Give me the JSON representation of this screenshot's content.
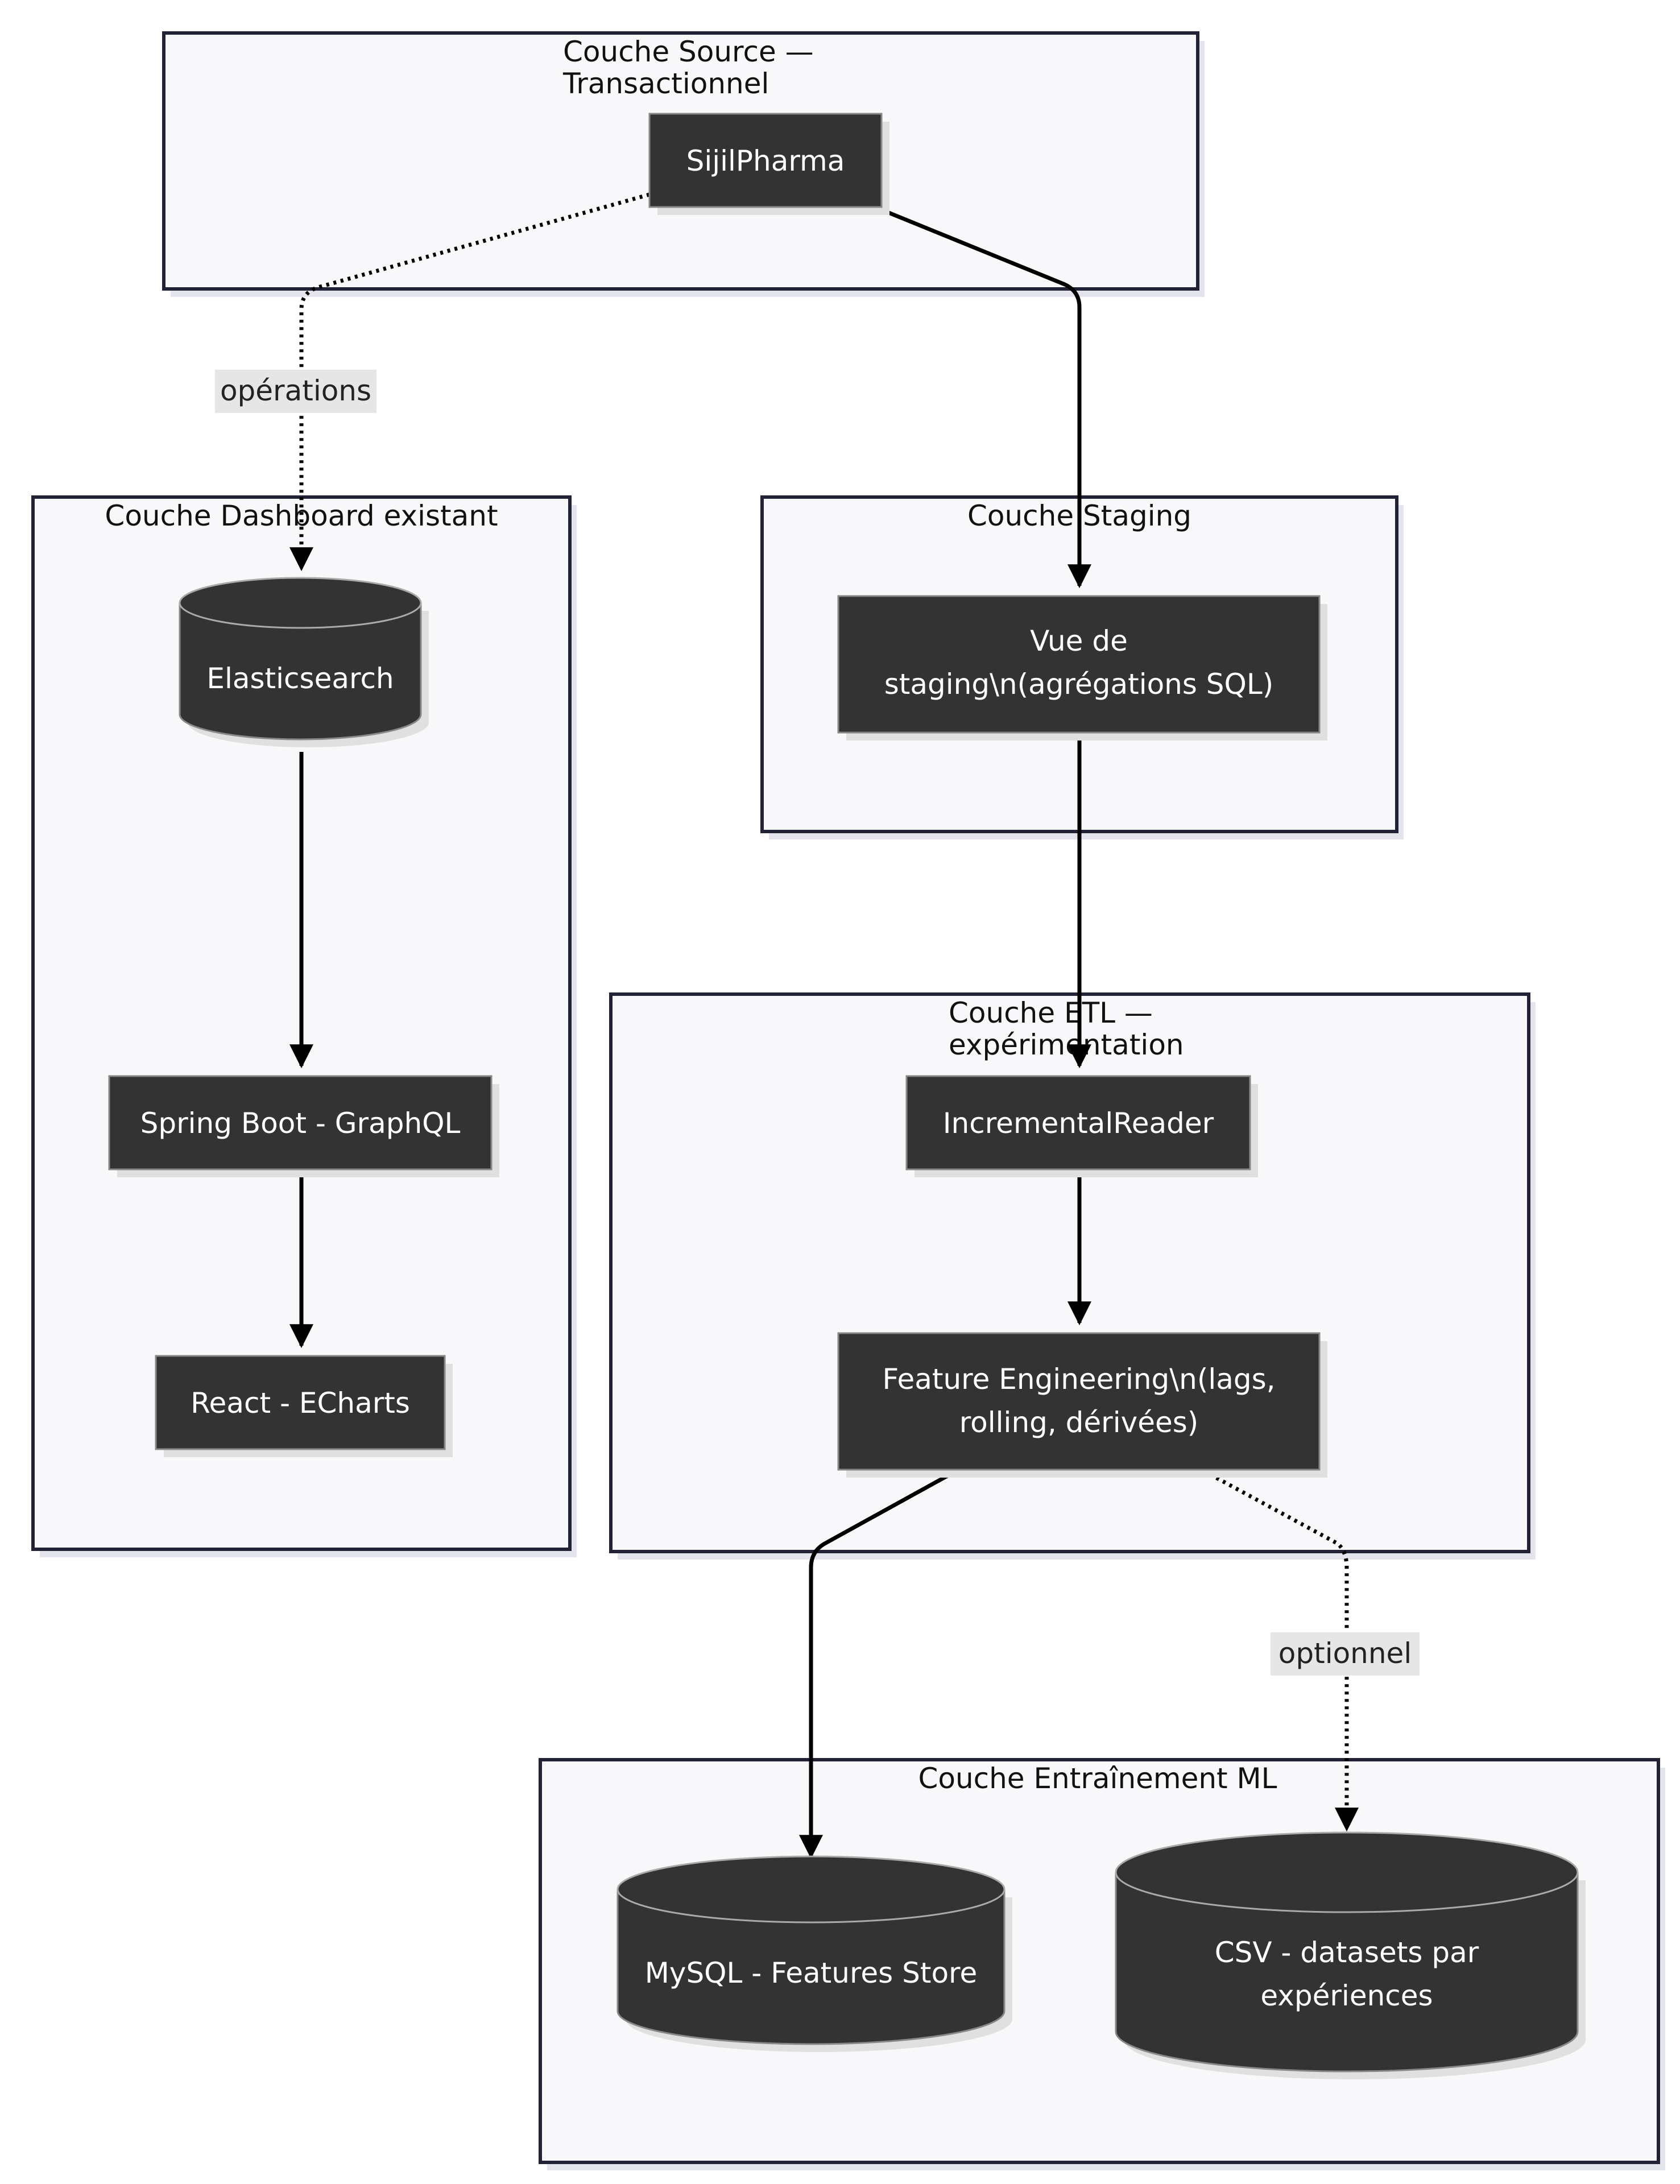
{
  "clusters": {
    "source": {
      "title_line1": "Couche Source —",
      "title_line2": "Transactionnel"
    },
    "dashboard": {
      "title": "Couche Dashboard existant"
    },
    "staging": {
      "title": "Couche Staging"
    },
    "etl": {
      "title_line1": "Couche ETL —",
      "title_line2": "expérimentation"
    },
    "ml": {
      "title": "Couche Entraînement ML"
    }
  },
  "nodes": {
    "sijilpharma": {
      "label": "SijilPharma"
    },
    "elasticsearch": {
      "label": "Elasticsearch"
    },
    "springboot": {
      "label": "Spring Boot - GraphQL"
    },
    "react": {
      "label": "React - ECharts"
    },
    "staging_view": {
      "label_line1": "Vue de",
      "label_line2": "staging\\n(agrégations SQL)"
    },
    "incremental_reader": {
      "label": "IncrementalReader"
    },
    "feature_eng": {
      "label_line1": "Feature Engineering\\n(lags,",
      "label_line2": "rolling, dérivées)"
    },
    "mysql": {
      "label": "MySQL - Features Store"
    },
    "csv": {
      "label_line1": "CSV - datasets par",
      "label_line2": "expériences"
    }
  },
  "edges": {
    "source_to_es": {
      "label": "opérations",
      "style": "dotted"
    },
    "source_to_staging": {
      "style": "solid"
    },
    "es_to_spring": {
      "style": "solid"
    },
    "spring_to_react": {
      "style": "solid"
    },
    "staging_to_reader": {
      "style": "solid"
    },
    "reader_to_fe": {
      "style": "solid"
    },
    "fe_to_mysql": {
      "style": "solid"
    },
    "fe_to_csv": {
      "label": "optionnel",
      "style": "dotted"
    }
  },
  "colors": {
    "node_fill": "#333333",
    "node_text": "#ffffff",
    "cluster_fill": "#f8f8fa",
    "cluster_stroke": "#222236",
    "edge": "#000000",
    "edge_label_bg": "#e6e6e6"
  }
}
